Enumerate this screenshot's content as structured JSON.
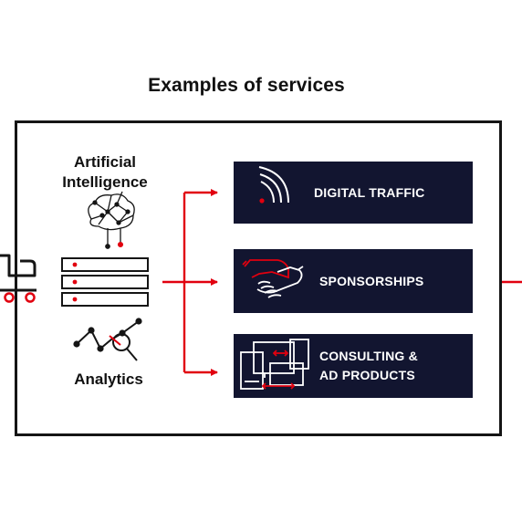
{
  "title": "Examples of services",
  "left": {
    "ai_label_line1": "Artificial",
    "ai_label_line2": "Intelligence",
    "analytics_label": "Analytics"
  },
  "services": [
    {
      "label_line1": "DIGITAL TRAFFIC",
      "label_line2": ""
    },
    {
      "label_line1": "SPONSORSHIPS",
      "label_line2": ""
    },
    {
      "label_line1": "CONSULTING &",
      "label_line2": "AD PRODUCTS"
    }
  ],
  "colors": {
    "accent": "#e1000f",
    "box": "#121530",
    "frame": "#151515"
  },
  "icons": [
    "brain-network-icon",
    "server-stack-icon",
    "analytics-chart-icon",
    "cart-icon",
    "wireless-signal-icon",
    "handshake-icon",
    "devices-icon"
  ]
}
